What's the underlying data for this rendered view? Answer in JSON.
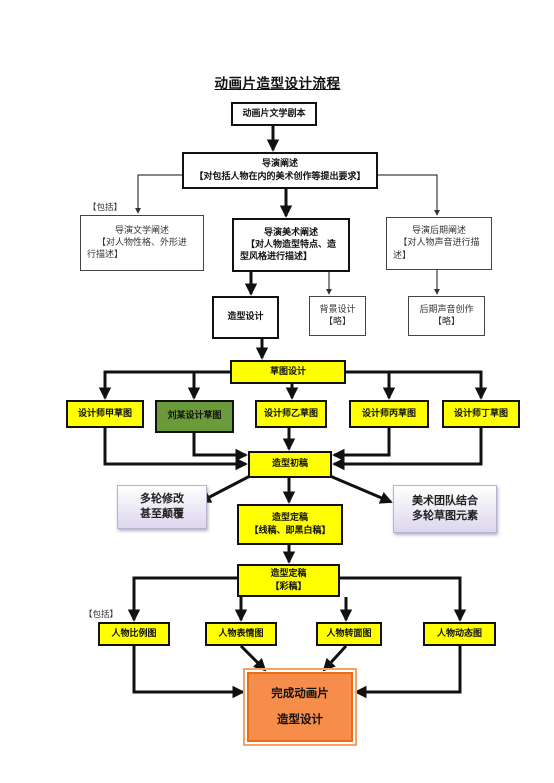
{
  "title": "动画片造型设计流程",
  "nodes": {
    "script": "动画片文学剧本",
    "director_title": "导演阐述",
    "director_sub": "【对包括人物在内的美术创作等提出要求】",
    "lit_title": "导演文学阐述",
    "lit_line1": "【对人物性格、外形进",
    "lit_line2": "行描述】",
    "art_title": "导演美术阐述",
    "art_line1": "【对人物造型特点、造",
    "art_line2": "型风格进行描述】",
    "post_title": "导演后期阐述",
    "post_line1": "【对人物声音进行描",
    "post_line2": "述】",
    "modeling": "造型设计",
    "bg_title": "背景设计",
    "bg_note": "【略】",
    "sound_title": "后期声音创作",
    "sound_note": "【略】",
    "sketch": "草图设计",
    "designer_a": "设计师甲草图",
    "designer_liu": "刘某设计草图",
    "designer_b": "设计师乙草图",
    "designer_c": "设计师丙草图",
    "designer_d": "设计师丁草图",
    "first_draft": "造型初稿",
    "revise_line1": "多轮修改",
    "revise_line2": "甚至颠覆",
    "team_line1": "美术团队结合",
    "team_line2": "多轮草图元素",
    "final_line_title": "造型定稿",
    "final_line_sub": "【线稿、即黑白稿】",
    "final_color_title": "造型定稿",
    "final_color_sub": "【彩稿】",
    "proportion": "人物比例图",
    "expression": "人物表情图",
    "turnaround": "人物转面图",
    "motion": "人物动态图",
    "complete_line1": "完成动画片",
    "complete_line2": "造型设计"
  },
  "notes": {
    "include_1": "【包括】",
    "include_2": "【包括】"
  },
  "colors": {
    "yellow": "#ffff00",
    "green": "#6b9a3a",
    "orange": "#f68d4a",
    "purple": "#ddd6ee"
  }
}
